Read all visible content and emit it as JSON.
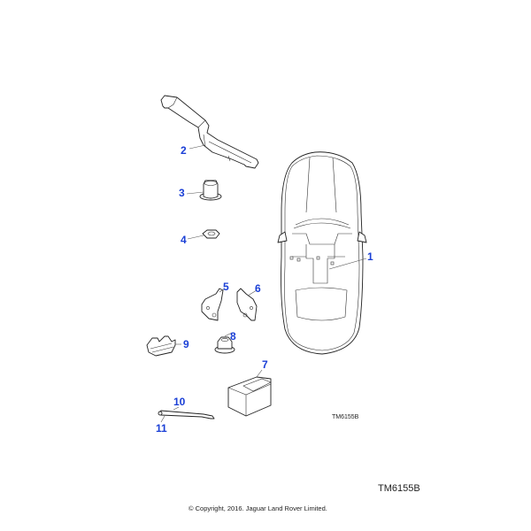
{
  "diagram": {
    "callouts": [
      {
        "id": "1",
        "label": "1",
        "part": "wiring-harness"
      },
      {
        "id": "2",
        "label": "2",
        "part": "harness-bracket"
      },
      {
        "id": "3",
        "label": "3",
        "part": "grommet"
      },
      {
        "id": "4",
        "label": "4",
        "part": "nut"
      },
      {
        "id": "5",
        "label": "5",
        "part": "bracket-left"
      },
      {
        "id": "6",
        "label": "6",
        "part": "bracket-right"
      },
      {
        "id": "7",
        "label": "7",
        "part": "module-box"
      },
      {
        "id": "8",
        "label": "8",
        "part": "flange-nut"
      },
      {
        "id": "9",
        "label": "9",
        "part": "clip"
      },
      {
        "id": "10",
        "label": "10",
        "part": "cable-tie"
      },
      {
        "id": "11",
        "label": "11",
        "part": "cable-tie-head"
      }
    ],
    "small_reference": "TM6155B",
    "reference": "TM6155B",
    "copyright": "© Copyright, 2016. Jaguar Land Rover Limited.",
    "colors": {
      "callout": "#1a3fd6",
      "line": "#222222",
      "background": "#ffffff"
    }
  }
}
